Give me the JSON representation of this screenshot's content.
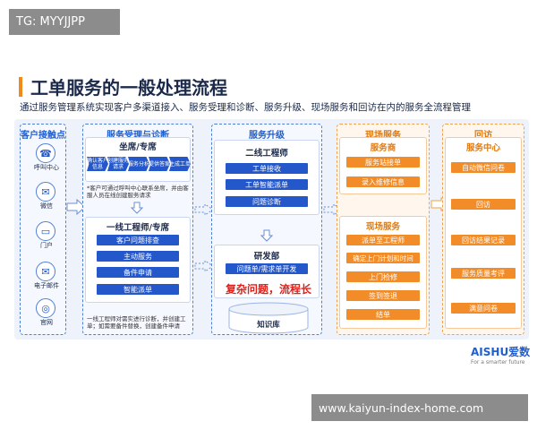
{
  "watermark_top": "TG: MYYJJPP",
  "watermark_bottom": "www.kaiyun-index-home.com",
  "title": "工单服务的一般处理流程",
  "subtitle": "通过服务管理系统实现客户多渠道接入、服务受理和诊断、服务升级、现场服务和回访在内的服务全流程管理",
  "customer": {
    "title": "客户接触点",
    "channels": [
      "呼叫中心",
      "微信",
      "门户",
      "电子邮件",
      "官网"
    ]
  },
  "acceptance": {
    "title": "服务受理与诊断",
    "seat": {
      "title": "坐席/专席",
      "steps": [
        "确认客户信息",
        "创建服务请求",
        "服务分析",
        "提供答案",
        "生成工单"
      ],
      "note": "*客户可通过呼叫中心联系坐席，并由客服人员在线创建服务请求"
    },
    "line1": {
      "title": "一线工程师/专席",
      "items": [
        "客户问题排查",
        "主动服务",
        "备件申请",
        "智能派单"
      ],
      "note": "一线工程师对需实进行诊断，并创建工单；如需要备件替换，创建备件申请"
    }
  },
  "upgrade": {
    "title": "服务升级",
    "line2": {
      "title": "二线工程师",
      "items": [
        "工单接收",
        "工单智能派单",
        "问题诊断"
      ]
    },
    "rd": {
      "title": "研发部",
      "item": "问题单/需求单开发",
      "highlight": "复杂问题，流程长"
    },
    "kb": "知识库"
  },
  "onsite": {
    "title": "现场服务",
    "provider": {
      "title": "服务商",
      "items": [
        "服务站接单",
        "录入维修信息"
      ]
    },
    "field": {
      "title": "现场服务",
      "items": [
        "派单至工程师",
        "确定上门计划和时间",
        "上门检修",
        "签到签退",
        "结单"
      ]
    }
  },
  "revisit": {
    "title": "回访",
    "center": {
      "title": "服务中心",
      "items": [
        "自动微信问卷",
        "回访",
        "回访结果记录",
        "服务质量考评",
        "满意问卷"
      ]
    }
  },
  "logo": {
    "brand": "AISHU爱数",
    "tag": "For a smarter future"
  },
  "colors": {
    "blue": "#2457c9",
    "orange": "#f28c28",
    "accent": "#f08a1a",
    "red": "#e0201a"
  }
}
